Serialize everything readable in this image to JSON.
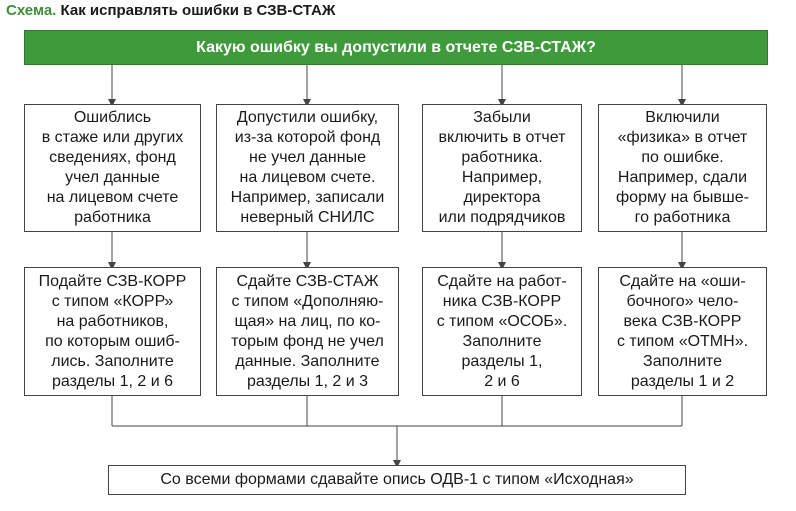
{
  "caption": {
    "label": "Схема.",
    "title": "Как исправлять ошибки в СЗВ-СТАЖ"
  },
  "question": "Какую ошибку вы допустили в отчете СЗВ-СТАЖ?",
  "errors": [
    "Ошиблись\nв стаже или других\nсведениях, фонд\nучел данные\nна лицевом счете\nработника",
    "Допустили ошибку,\nиз-за которой фонд\nне учел данные\nна лицевом счете.\nНапример, записали\nневерный СНИЛС",
    "Забыли\nвключить в отчет\nработника.\nНапример,\nдиректора\nили подрядчиков",
    "Включили\n«физика» в отчет\nпо ошибке.\nНапример, сдали\nформу на бывше-\nго работника"
  ],
  "actions": [
    "Подайте СЗВ-КОРР\nс типом «КОРР»\nна работников,\nпо которым ошиб-\nлись. Заполните\nразделы 1, 2 и 6",
    "Сдайте СЗВ-СТАЖ\nс типом «Дополняю-\nщая» на лиц, по ко-\nторым фонд не учел\nданные. Заполните\nразделы 1, 2 и 3",
    "Сдайте на работ-\nника СЗВ-КОРР\nс типом «ОСОБ».\nЗаполните\nразделы 1,\n2 и 6",
    "Сдайте на «оши-\nбочного» чело-\nвека СЗВ-КОРР\nс типом «ОТМН».\nЗаполните\nразделы 1 и 2"
  ],
  "footer": "Со всеми формами сдавайте опись ОДВ-1 с типом «Исходная»",
  "colors": {
    "accent_green": "#3f9a3c",
    "caption_green": "#3f8f3a",
    "line": "#444444"
  }
}
